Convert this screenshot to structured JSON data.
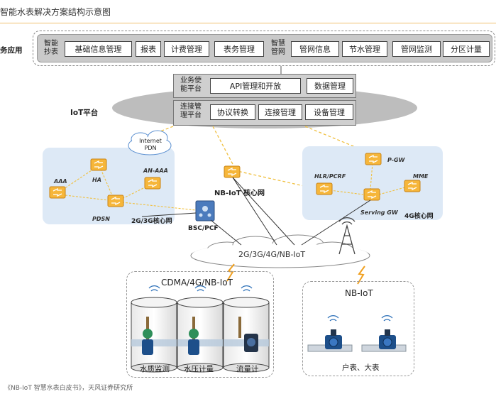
{
  "title": "智能水表解决方案结构示意图",
  "application_layer": {
    "label": "务应用",
    "group1_label": [
      "智能",
      "抄表"
    ],
    "group1_items": [
      "基础信息管理",
      "报表",
      "计费管理",
      "表务管理"
    ],
    "group2_label": [
      "智慧",
      "管网"
    ],
    "group2_items": [
      "管网信息",
      "节水管理",
      "管网监测",
      "分区计量"
    ]
  },
  "iot_platform": {
    "label": "IoT平台",
    "business_label": [
      "业务使",
      "能平台"
    ],
    "business_items": [
      "API管理和开放",
      "数据管理"
    ],
    "connection_label": [
      "连接管",
      "理平台"
    ],
    "connection_items": [
      "协议转换",
      "连接管理",
      "设备管理"
    ]
  },
  "core_2g3g": {
    "label": "2G/3G核心网",
    "internet_label": [
      "Internet",
      "PDN"
    ],
    "nodes": [
      "AAA",
      "HA",
      "AN-AAA",
      "PDSN"
    ]
  },
  "bsc_label": "BSC/PCF",
  "nbiot_core_label": "NB-IoT 核心网",
  "core_4g": {
    "label": "4G核心网",
    "nodes": [
      "P-GW",
      "HLR/PCRF",
      "MME",
      "Serving GW"
    ]
  },
  "access_network_label": "2G/3G/4G/NB-IoT",
  "device_group_1": {
    "title": "CDMA/4G/NB-IoT",
    "devices": [
      "水质监测",
      "水压计量",
      "流量计"
    ]
  },
  "device_group_2": {
    "title": "NB-IoT",
    "devices": [
      "户表、大表"
    ]
  },
  "source": "《NB-IoT 智慧水表白皮书》，天风证券研究所",
  "colors": {
    "accent": "#f0a020",
    "dashed_link": "#f0c040",
    "core_panel": "#dde9f6",
    "platform": "#cfcfcf"
  }
}
